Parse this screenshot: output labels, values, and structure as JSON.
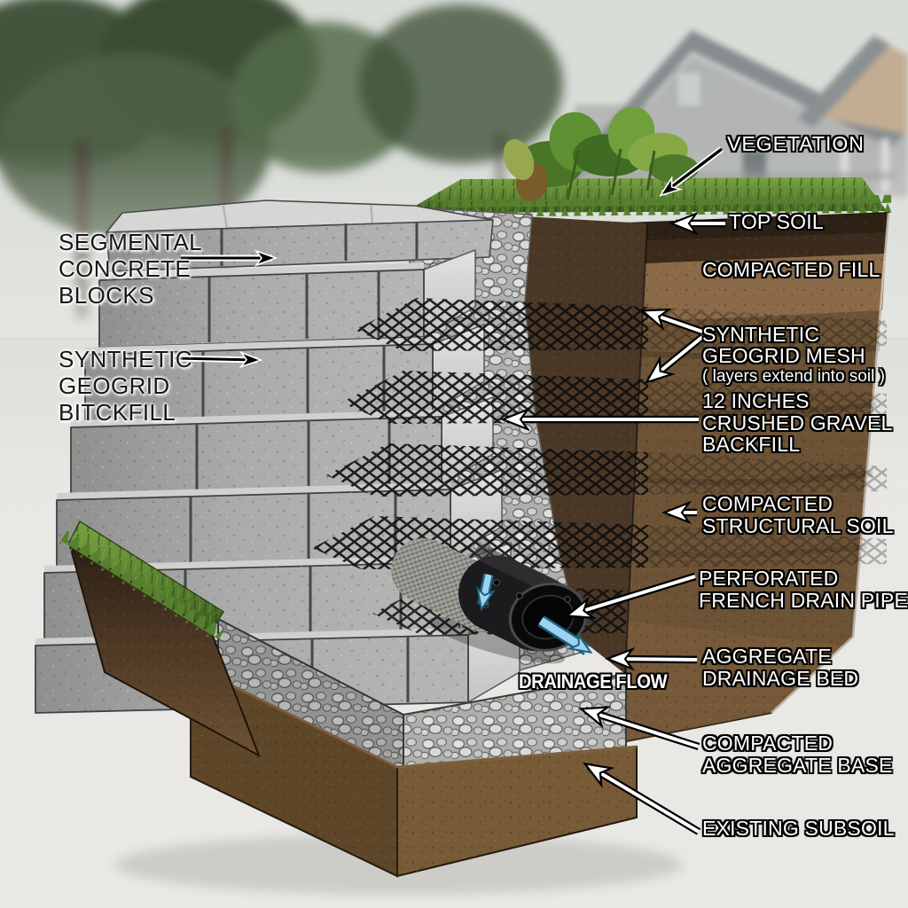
{
  "diagram": {
    "title": "Retaining wall cross-section diagram",
    "left_labels": [
      {
        "id": "segmental-concrete-blocks",
        "text": "SEGMENTAL\nCONCRETE\nBLOCKS"
      },
      {
        "id": "synthetic-geogrid-backfill",
        "text": "SYNTHETIC\nGEOGRID\nBITCKFILL"
      }
    ],
    "right_labels": [
      {
        "id": "vegetation",
        "text": "VEGETATION"
      },
      {
        "id": "top-soil",
        "text": "TOP SOIL"
      },
      {
        "id": "compacted-fill",
        "text": "COMPACTED FILL"
      },
      {
        "id": "synthetic-geogrid-mesh",
        "text": "SYNTHETIC\nGEOGRID MESH",
        "subtext": "( layers extend into soil )"
      },
      {
        "id": "crushed-gravel-backfill",
        "text": "12 INCHES\nCRUSHED GRAVEL\nBACKFILL"
      },
      {
        "id": "compacted-structural-soil",
        "text": "COMPACTED\nSTRUCTURAL SOIL"
      },
      {
        "id": "perforated-french-drain-pipe",
        "text": "PERFORATED\nFRENCH DRAIN PIPE"
      },
      {
        "id": "aggregate-drainage-bed",
        "text": "AGGREGATE\nDRAINAGE BED"
      },
      {
        "id": "compacted-aggregate-base",
        "text": "COMPACTED\nAGGREGATE BASE"
      },
      {
        "id": "existing-subsoil",
        "text": "EXISTING SUBSOIL"
      }
    ],
    "flow_label": {
      "id": "drainage-flow",
      "text": "DRAINAGE FLOW"
    },
    "colors": {
      "label_text_light": "#ffffff",
      "label_outline": "#000000",
      "label_text_dark": "#161616",
      "arrow_white": "#ffffff",
      "arrow_black": "#000000",
      "drainage_arrow_blue": "#9bd4f0",
      "concrete_block_gray": "#a9aaa8",
      "gravel_gray": "#b9bab8",
      "soil_brown": "#6d5336",
      "topsoil_dark": "#3a2b1d",
      "grass_green": "#5d8636",
      "mesh_black": "#141414"
    }
  }
}
